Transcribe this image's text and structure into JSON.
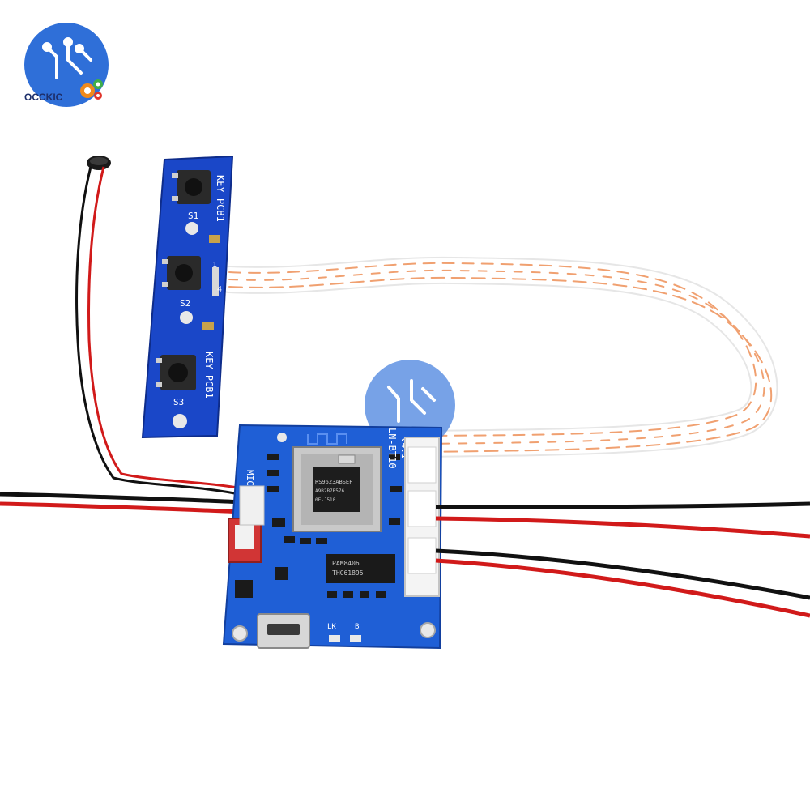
{
  "brand": {
    "name": "OCCKIC",
    "colors": {
      "primary": "#2f6fd8",
      "gear_orange": "#f08a1c",
      "gear_green": "#3fae49",
      "gear_red": "#e0342b"
    }
  },
  "key_board": {
    "label_top": "KEY PCB1",
    "label_bottom": "KEY PCB1",
    "buttons": [
      "S1",
      "S2",
      "S3"
    ],
    "pins": [
      "1",
      "4"
    ],
    "pcb_color": "#1a47c8"
  },
  "main_board": {
    "mic_label": "MIC",
    "model_label": "LN-BT10",
    "version_label": "v4.1",
    "bt_chip_lines": [
      "RS9623ABSEF",
      "A9B2B7B576",
      "0E-J510"
    ],
    "amp_chip_lines": [
      "PAM8406",
      "THC61895"
    ],
    "led_labels": [
      "LK",
      "B"
    ],
    "usb": "micro-usb-port",
    "pcb_color": "#1f5fd6"
  },
  "wires": {
    "ribbon_color": "#ffffff",
    "ribbon_stripe": "#f0a070",
    "red": "#d11a1a",
    "black": "#111111"
  }
}
